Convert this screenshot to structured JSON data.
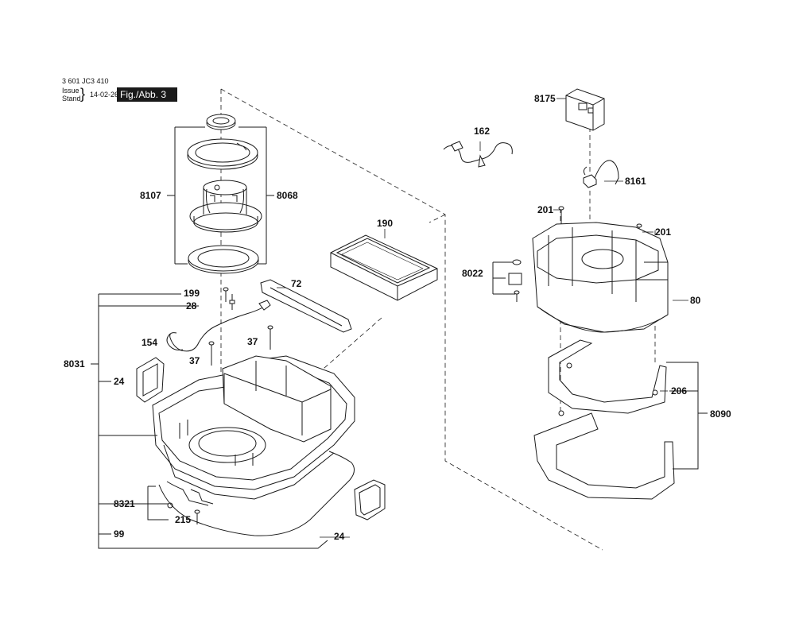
{
  "header": {
    "part_number": "3 601 JC3 410",
    "issue_label": "Issue",
    "stand_label": "Stand",
    "date": "14-02-26",
    "figure": "Fig./Abb. 3"
  },
  "callouts": {
    "c8175": "8175",
    "c162": "162",
    "c8161": "8161",
    "c8107": "8107",
    "c8068": "8068",
    "c190": "190",
    "c201a": "201",
    "c201b": "201",
    "c8022": "8022",
    "c80": "80",
    "c199": "199",
    "c72": "72",
    "c28": "28",
    "c154": "154",
    "c37a": "37",
    "c37b": "37",
    "c8031": "8031",
    "c24a": "24",
    "c206": "206",
    "c8090": "8090",
    "c8321": "8321",
    "c215": "215",
    "c99": "99",
    "c24b": "24"
  },
  "colors": {
    "line": "#1a1a1a",
    "figure_bg": "#1a1a1a",
    "part_fill": "#ffffff",
    "shade": "#d9d9d9"
  }
}
